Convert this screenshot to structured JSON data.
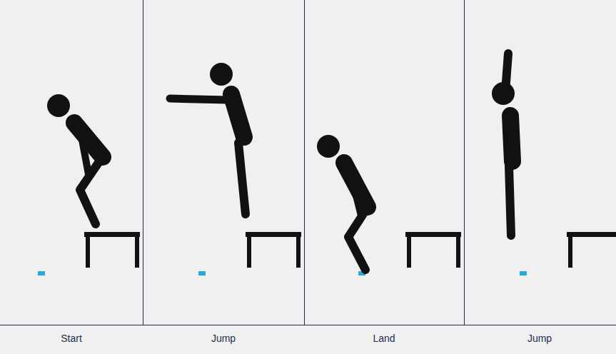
{
  "diagram": {
    "labels": [
      "Start",
      "Jump",
      "Land",
      "Jump"
    ]
  }
}
